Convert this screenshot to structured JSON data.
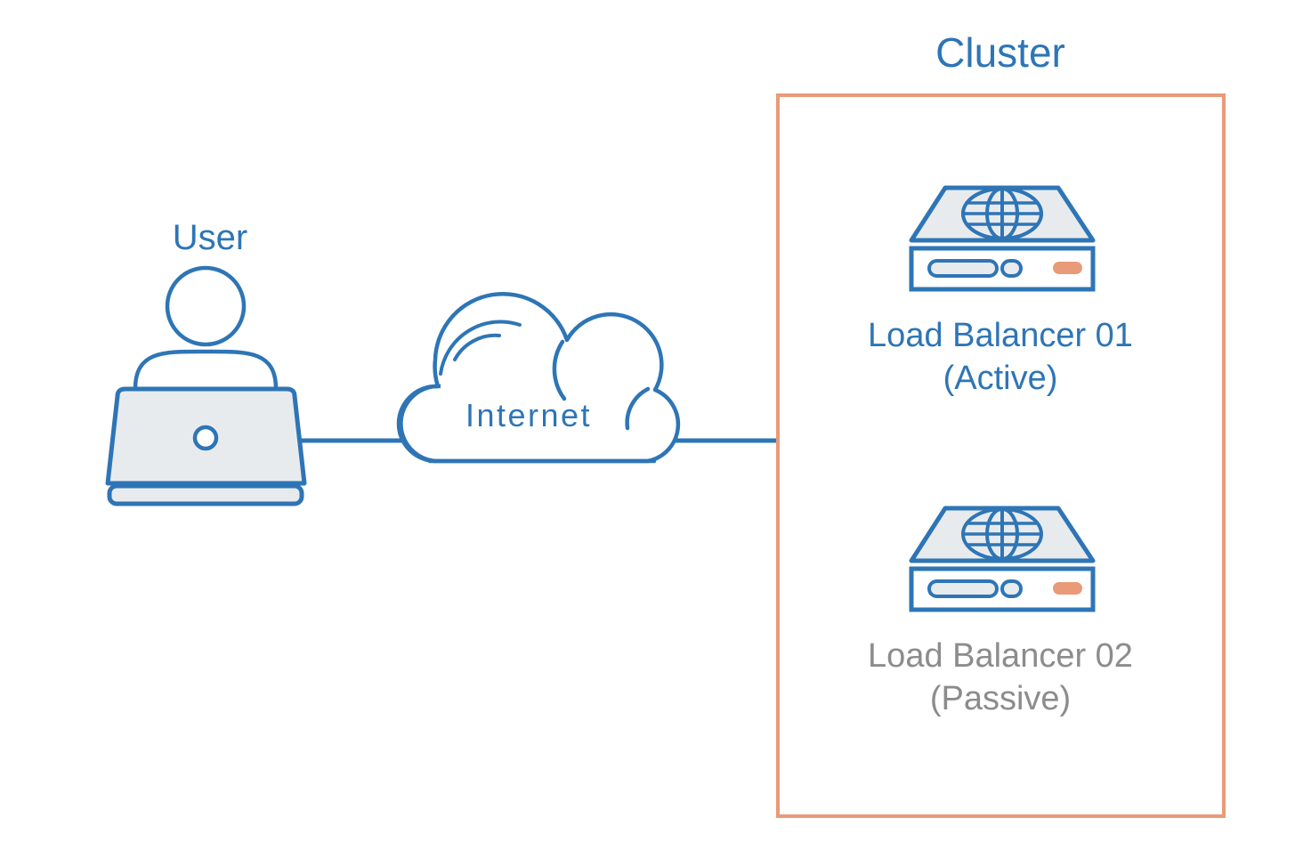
{
  "diagram": {
    "title_text": "Cluster",
    "background_color": "#ffffff",
    "accent_blue": "#2E75B6",
    "accent_orange": "#E99A78",
    "device_fill": "#E8EBEE",
    "passive_gray": "#8C8C8C"
  },
  "nodes": {
    "user": {
      "label": "User",
      "icon": "user-laptop-icon",
      "color": "#2E75B6"
    },
    "internet": {
      "label": "Internet",
      "icon": "cloud-icon",
      "color": "#2E75B6"
    },
    "load_balancer_01": {
      "name_line": "Load Balancer 01",
      "state_line": "(Active)",
      "icon": "load-balancer-icon",
      "color": "#2E75B6",
      "status": "Active"
    },
    "load_balancer_02": {
      "name_line": "Load Balancer 02",
      "state_line": "(Passive)",
      "icon": "load-balancer-icon",
      "color": "#8C8C8C",
      "status": "Passive"
    }
  },
  "cluster_box": {
    "label": "Cluster",
    "border_color": "#E99A78",
    "contains": [
      "Load Balancer 01 (Active)",
      "Load Balancer 02 (Passive)"
    ]
  },
  "connections": [
    {
      "name": "user-to-internet",
      "from": "User",
      "to": "Internet"
    },
    {
      "name": "internet-to-cluster",
      "from": "Internet",
      "to": "Cluster"
    }
  ]
}
